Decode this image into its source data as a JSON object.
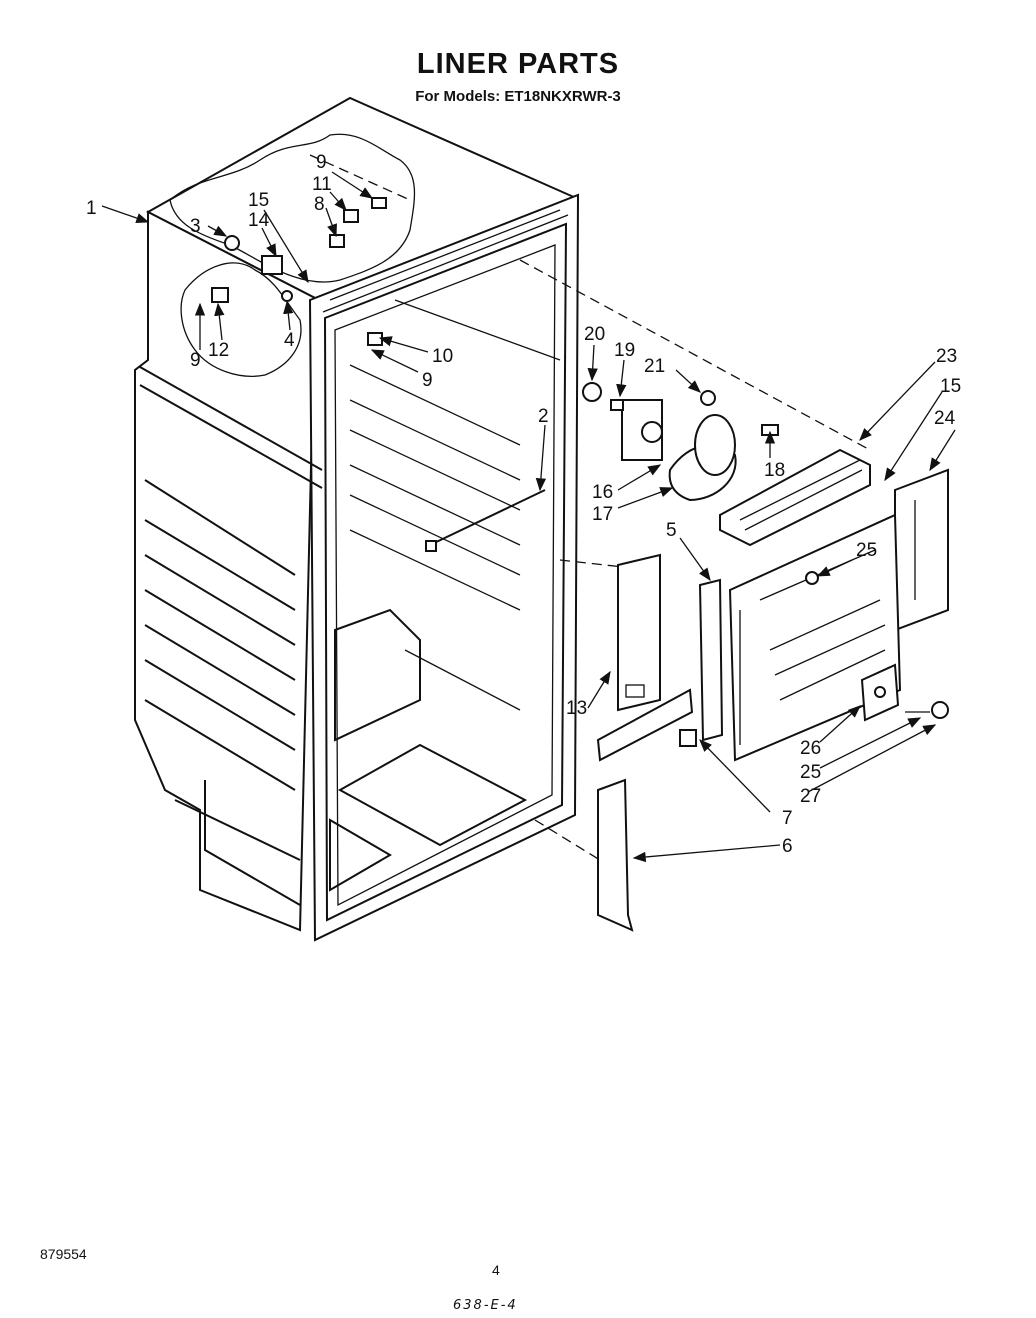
{
  "header": {
    "title": "LINER PARTS",
    "subtitle": "For Models: ET18NKXRWR-3"
  },
  "footer": {
    "doc_number": "879554",
    "page": "4",
    "code": "638-E-4"
  },
  "callouts": [
    {
      "id": "c1",
      "label": "1"
    },
    {
      "id": "c15a",
      "label": "15"
    },
    {
      "id": "c3",
      "label": "3"
    },
    {
      "id": "c14",
      "label": "14"
    },
    {
      "id": "c9a",
      "label": "9"
    },
    {
      "id": "c11",
      "label": "11"
    },
    {
      "id": "c8",
      "label": "8"
    },
    {
      "id": "c4",
      "label": "4"
    },
    {
      "id": "c12",
      "label": "12"
    },
    {
      "id": "c9b",
      "label": "9"
    },
    {
      "id": "c10",
      "label": "10"
    },
    {
      "id": "c9c",
      "label": "9"
    },
    {
      "id": "c20",
      "label": "20"
    },
    {
      "id": "c19",
      "label": "19"
    },
    {
      "id": "c21",
      "label": "21"
    },
    {
      "id": "c23",
      "label": "23"
    },
    {
      "id": "c15b",
      "label": "15"
    },
    {
      "id": "c24",
      "label": "24"
    },
    {
      "id": "c2",
      "label": "2"
    },
    {
      "id": "c18",
      "label": "18"
    },
    {
      "id": "c16",
      "label": "16"
    },
    {
      "id": "c17",
      "label": "17"
    },
    {
      "id": "c5",
      "label": "5"
    },
    {
      "id": "c25a",
      "label": "25"
    },
    {
      "id": "c13",
      "label": "13"
    },
    {
      "id": "c26",
      "label": "26"
    },
    {
      "id": "c25b",
      "label": "25"
    },
    {
      "id": "c27",
      "label": "27"
    },
    {
      "id": "c7",
      "label": "7"
    },
    {
      "id": "c6",
      "label": "6"
    }
  ]
}
